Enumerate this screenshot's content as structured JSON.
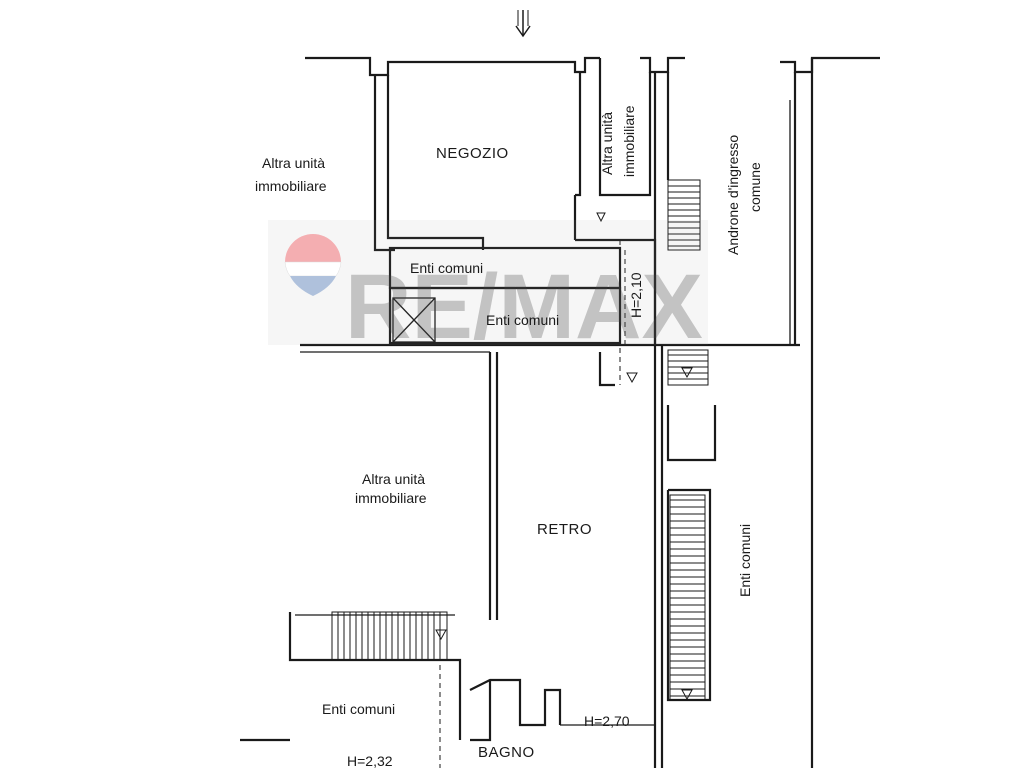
{
  "labels": {
    "negozio": "NEGOZIO",
    "retro": "RETRO",
    "bagno": "BAGNO",
    "altra_unita_line1": "Altra unità",
    "altra_unita_line2": "immobiliare",
    "altra_unita_right_line1": "Altra unità",
    "altra_unita_right_line2": "immobiliare",
    "altra_unita_mid_line1": "Altra unità",
    "altra_unita_mid_line2": "immobiliare",
    "enti_comuni_top": "Enti comuni",
    "enti_comuni_mid": "Enti comuni",
    "enti_comuni_right": "Enti comuni",
    "enti_comuni_bottom": "Enti comuni",
    "androne_line1": "Androne d'ingresso",
    "androne_line2": "comune",
    "h_210": "H=2,10",
    "h_270": "H=2,70",
    "h_232": "H=2,32"
  },
  "watermark": {
    "text": "RE/MAX",
    "logo_colors": [
      "#e11b22",
      "#ffffff",
      "#1c4f9c"
    ],
    "opacity": 0.35
  },
  "colors": {
    "ink": "#1a1a1a",
    "paper": "#ffffff"
  }
}
